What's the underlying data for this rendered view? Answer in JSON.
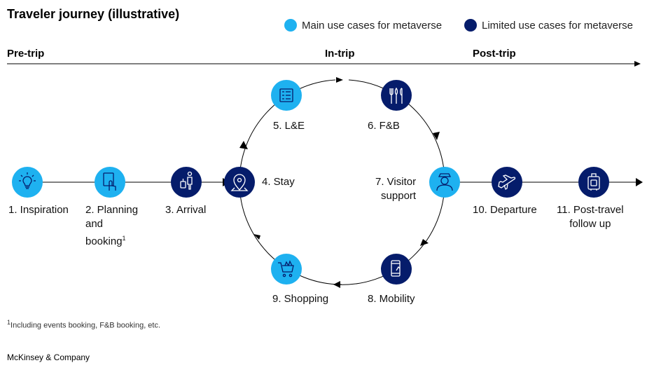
{
  "title": "Traveler journey (illustrative)",
  "legend": {
    "main": {
      "label": "Main use cases for metaverse",
      "color": "#1EB1F0"
    },
    "limited": {
      "label": "Limited use cases for metaverse",
      "color": "#051C6B"
    }
  },
  "phases": {
    "pre": "Pre-trip",
    "in": "In-trip",
    "post": "Post-trip"
  },
  "steps": [
    {
      "id": "inspiration",
      "label_lines": [
        "1. Inspiration"
      ],
      "icon": "lightbulb-icon",
      "category": "main"
    },
    {
      "id": "planning",
      "label_lines": [
        "2. Planning",
        "and",
        "booking"
      ],
      "sup": "1",
      "icon": "touch-screen-icon",
      "category": "main"
    },
    {
      "id": "arrival",
      "label_lines": [
        "3. Arrival"
      ],
      "icon": "traveler-luggage-icon",
      "category": "limited"
    },
    {
      "id": "stay",
      "label_lines": [
        "4. Stay"
      ],
      "icon": "location-pin-icon",
      "category": "limited"
    },
    {
      "id": "le",
      "label_lines": [
        "5. L&E"
      ],
      "icon": "ticket-board-icon",
      "category": "main"
    },
    {
      "id": "fb",
      "label_lines": [
        "6. F&B"
      ],
      "icon": "cutlery-icon",
      "category": "limited"
    },
    {
      "id": "visitor",
      "label_lines": [
        "7. Visitor",
        "support"
      ],
      "icon": "concierge-icon",
      "category": "main"
    },
    {
      "id": "mobility",
      "label_lines": [
        "8. Mobility"
      ],
      "icon": "mobile-phone-icon",
      "category": "limited"
    },
    {
      "id": "shopping",
      "label_lines": [
        "9. Shopping"
      ],
      "icon": "shopping-cart-icon",
      "category": "main"
    },
    {
      "id": "departure",
      "label_lines": [
        "10. Departure"
      ],
      "icon": "airplane-icon",
      "category": "limited"
    },
    {
      "id": "postTravel",
      "label_lines": [
        "11. Post-travel",
        "follow up"
      ],
      "icon": "suitcase-icon",
      "category": "limited"
    }
  ],
  "footnote": {
    "marker": "1",
    "text": "Including events booking, F&B booking, etc."
  },
  "source": "McKinsey & Company"
}
